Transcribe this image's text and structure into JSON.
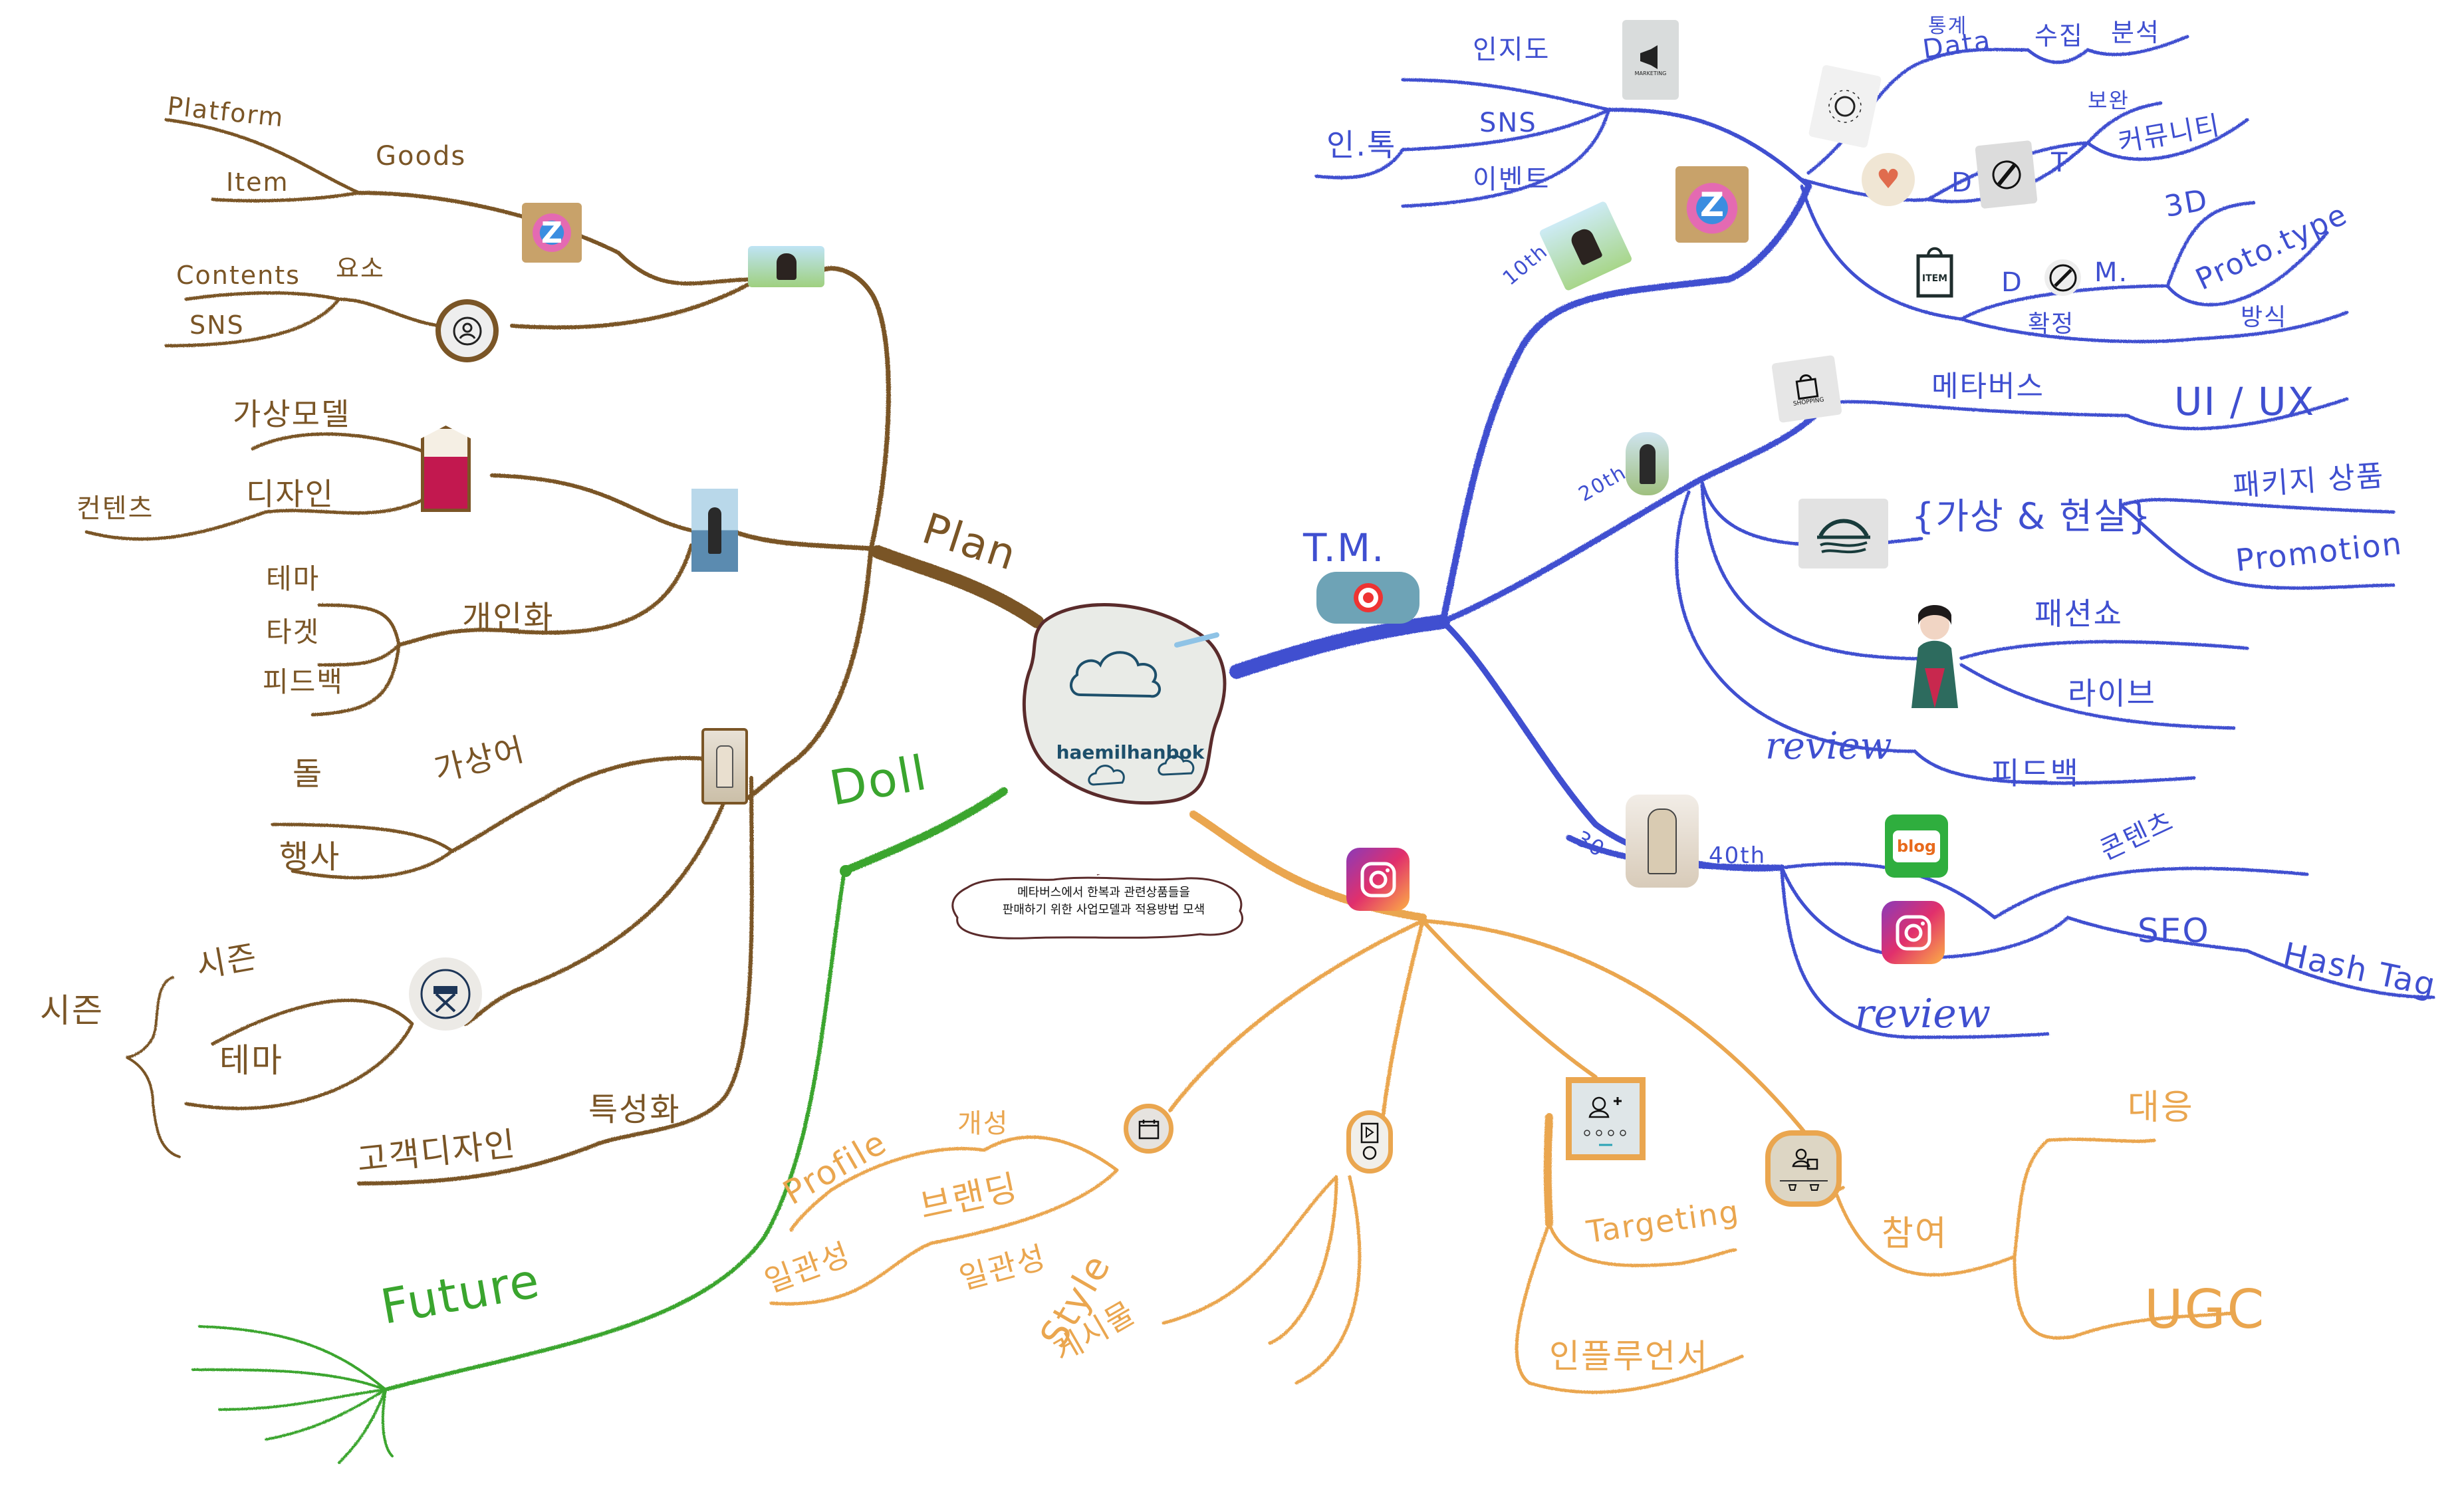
{
  "center": {
    "title": "haemilhanbok",
    "caption_line1": "메타버스에서 한복과 관련상품들을",
    "caption_line2": "판매하기 위한 사업모델과 적용방법 모색"
  },
  "colors": {
    "plan": "#7a5526",
    "tm": "#3f4fd0",
    "instagram": "#eaa64f",
    "doll": "#3aa52e"
  },
  "branches": {
    "plan": {
      "label": "Plan",
      "goods": {
        "label": "Goods",
        "children": [
          "Platform",
          "Item"
        ]
      },
      "contents": {
        "label": "요소",
        "children": [
          "Contents",
          "SNS"
        ]
      },
      "design": {
        "labels": [
          "가상모델",
          "디자인",
          "컨텐츠"
        ]
      },
      "personal": {
        "label": "개인화",
        "children": [
          "테마",
          "타겟",
          "피드백"
        ]
      },
      "virtual": {
        "label": "가상어",
        "children": [
          "돌",
          "행사"
        ]
      },
      "film": {
        "group": "시즌",
        "children": [
          "시즌",
          "테마"
        ],
        "group_label": "시즌"
      },
      "special": {
        "label": "특성화",
        "child": "고객디자인"
      },
      "bracket_label": "시즌"
    },
    "tm": {
      "label": "T.M.",
      "age_10": "10th",
      "age_20": "20th",
      "age_30": "30",
      "age_40": "40th",
      "promo": {
        "labels": [
          "인지도",
          "SNS",
          "이벤트",
          "인.톡"
        ]
      },
      "data": {
        "labels": [
          "통계",
          "Data",
          "수집",
          "분석"
        ]
      },
      "dt": {
        "labels": [
          "D",
          "T",
          "보완",
          "커뮤니티"
        ]
      },
      "dm": {
        "labels": [
          "D",
          "M.",
          "3D",
          "Proto.type",
          "확정",
          "방식"
        ]
      },
      "meta": {
        "labels": [
          "메타버스",
          "UI / UX"
        ]
      },
      "vr": {
        "labels": [
          "{가상 & 현실}",
          "패키지 상품",
          "Promotion"
        ]
      },
      "hanbok": {
        "labels": [
          "패션쇼",
          "라이브"
        ]
      },
      "review1": {
        "labels": [
          "review",
          "피드백"
        ]
      },
      "channels": {
        "labels": [
          "blog",
          "콘텐츠",
          "SEO",
          "Hash Tag",
          "review"
        ]
      }
    },
    "instagram": {
      "profile": {
        "labels": [
          "Profile",
          "개성",
          "브랜딩",
          "일관성"
        ]
      },
      "post": {
        "labels": [
          "일관성",
          "Style",
          "게시물"
        ]
      },
      "target": {
        "labels": [
          "Targeting",
          "인플루언서"
        ]
      },
      "ugc": {
        "labels": [
          "참여",
          "대응",
          "UGC"
        ]
      }
    },
    "doll": {
      "label": "Doll",
      "future": "Future"
    }
  },
  "icons": {
    "blog_label": "blog",
    "item_label": "ITEM",
    "shopping_label": "SHOPPING",
    "marketing_label": "MARKETING"
  }
}
